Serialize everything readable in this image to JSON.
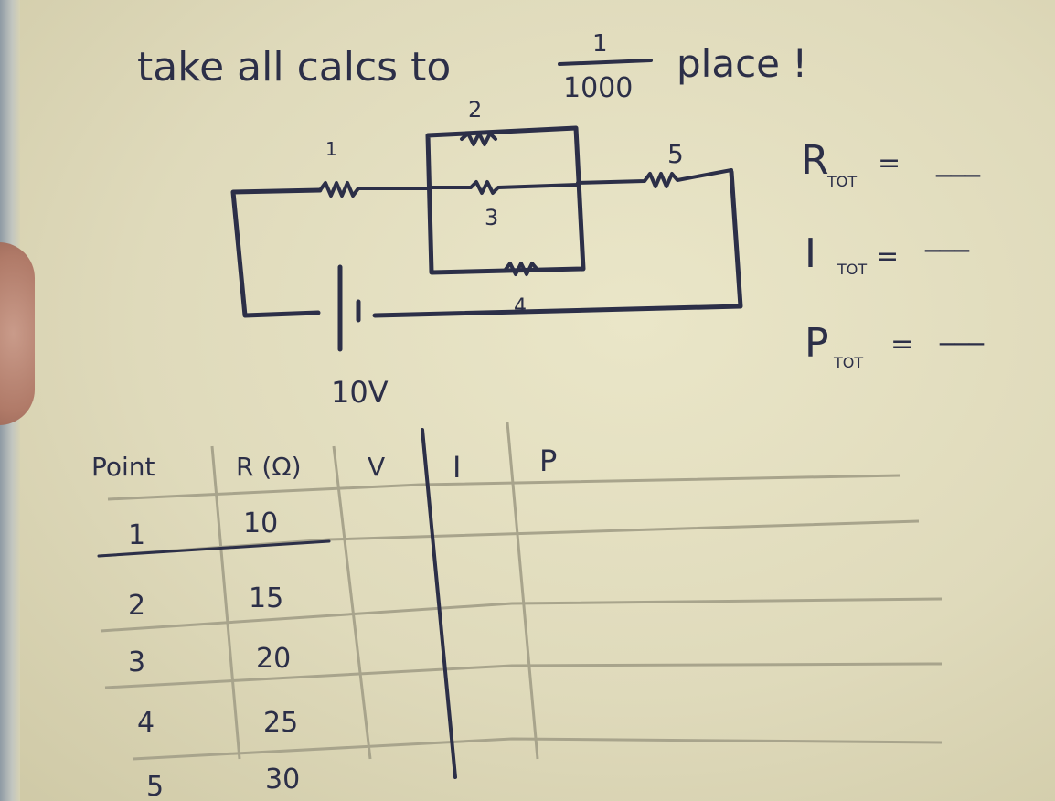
{
  "board": {
    "title_parts": {
      "before": "take all calcs to",
      "numerator": "1",
      "denominator": "1000",
      "after": "place !"
    },
    "resistor_labels": [
      "1",
      "2",
      "3",
      "4",
      "5"
    ],
    "battery_label": "10V",
    "totals": [
      {
        "label": "R",
        "sub": "TOT",
        "value": "___"
      },
      {
        "label": "I",
        "sub": "TOT",
        "value": "___"
      },
      {
        "label": "P",
        "sub": "TOT",
        "value": "___"
      }
    ],
    "table": {
      "headers": [
        "Point",
        "R (Ω)",
        "V",
        "I",
        "P"
      ],
      "rows": [
        {
          "point": "1",
          "r": "10"
        },
        {
          "point": "2",
          "r": "15"
        },
        {
          "point": "3",
          "r": "20"
        },
        {
          "point": "4",
          "r": "25"
        },
        {
          "point": "5",
          "r": "30"
        }
      ]
    }
  }
}
